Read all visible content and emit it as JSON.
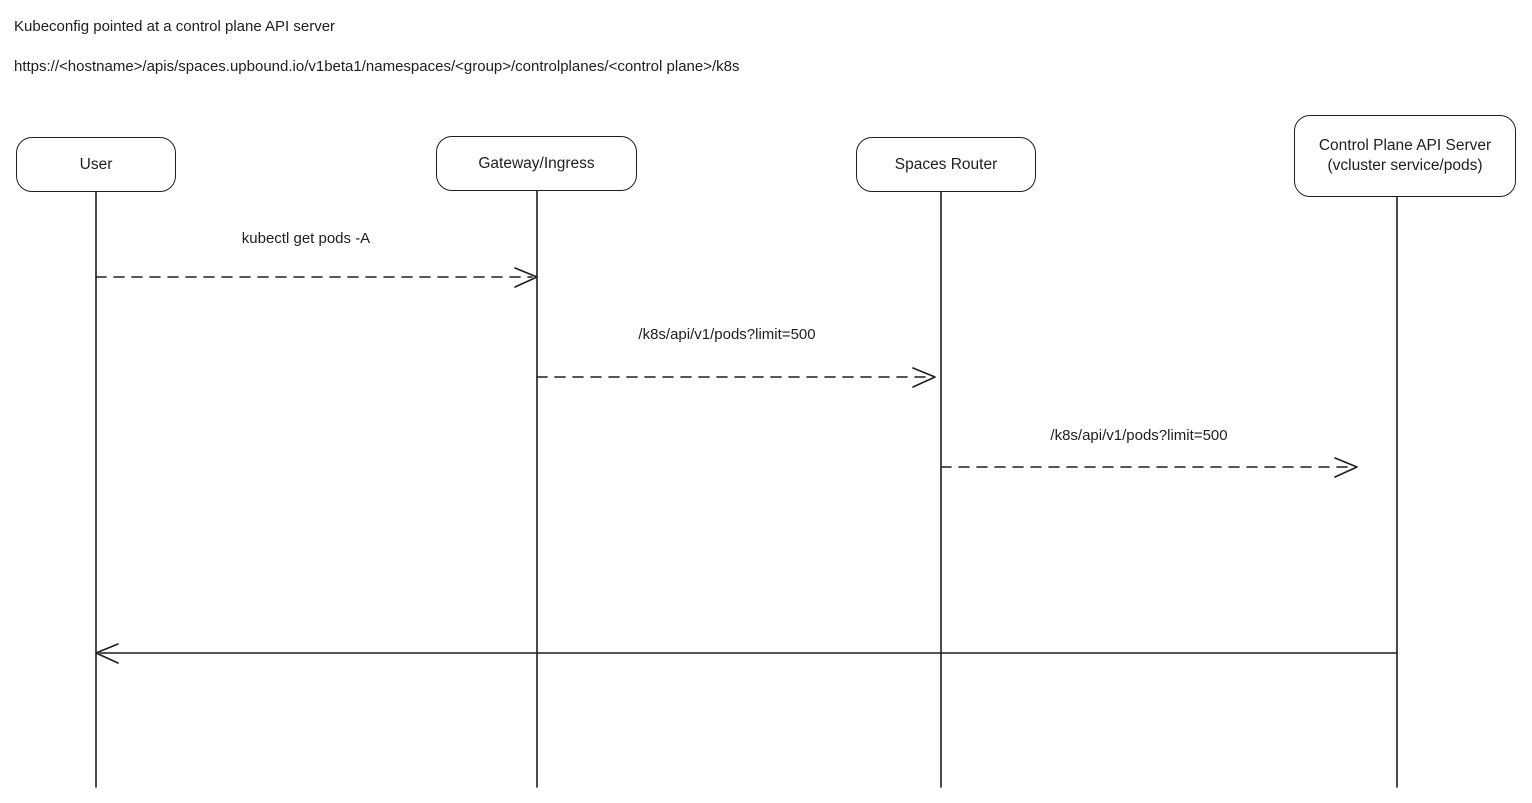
{
  "colors": {
    "stroke": "#1e1e1e",
    "background": "#ffffff"
  },
  "header": {
    "title": "Kubeconfig pointed at a control plane API server",
    "url": "https://<hostname>/apis/spaces.upbound.io/v1beta1/namespaces/<group>/controlplanes/<control plane>/k8s"
  },
  "diagram": {
    "type": "sequence-diagram",
    "actors": [
      {
        "label": "User"
      },
      {
        "label": "Gateway/Ingress"
      },
      {
        "label": "Spaces Router"
      },
      {
        "label": "Control Plane API Server",
        "sublabel": "(vcluster service/pods)"
      }
    ],
    "messages": [
      {
        "label": "kubectl get pods -A",
        "from": "User",
        "to": "Gateway/Ingress",
        "line": "dashed",
        "direction": "right"
      },
      {
        "label": "/k8s/api/v1/pods?limit=500",
        "from": "Gateway/Ingress",
        "to": "Spaces Router",
        "line": "dashed",
        "direction": "right"
      },
      {
        "label": "/k8s/api/v1/pods?limit=500",
        "from": "Spaces Router",
        "to": "Control Plane API Server",
        "line": "dashed",
        "direction": "right"
      },
      {
        "label": "",
        "from": "Control Plane API Server",
        "to": "User",
        "line": "solid",
        "direction": "left"
      }
    ]
  }
}
